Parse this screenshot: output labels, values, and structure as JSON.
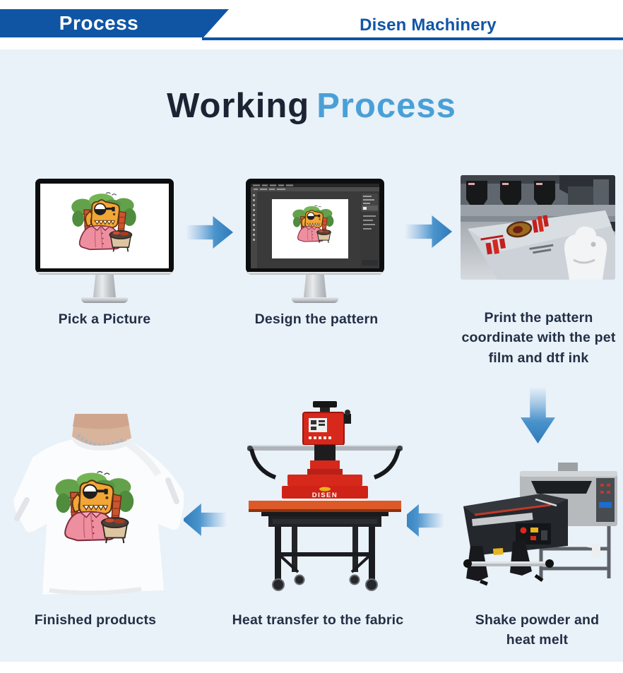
{
  "header": {
    "tab_label": "Process",
    "brand": "Disen Machinery"
  },
  "title": {
    "word_dark": "Working",
    "word_accent": "Process"
  },
  "steps": [
    {
      "label": "Pick a Picture"
    },
    {
      "label": "Design the pattern"
    },
    {
      "label": "Print the pattern coordinate with the pet film and dtf ink"
    },
    {
      "label": "Shake powder and heat melt"
    },
    {
      "label": "Heat transfer to the fabric"
    },
    {
      "label": "Finished products"
    }
  ],
  "machines": {
    "heat_press_brand": "DISEN"
  },
  "colors": {
    "banner_blue": "#0f55a4",
    "title_dark": "#1c2333",
    "title_accent": "#4aa0d6",
    "arrow_blue": "#2e7ab8",
    "content_bg": "#e9f1f9",
    "label_text": "#232f44"
  }
}
